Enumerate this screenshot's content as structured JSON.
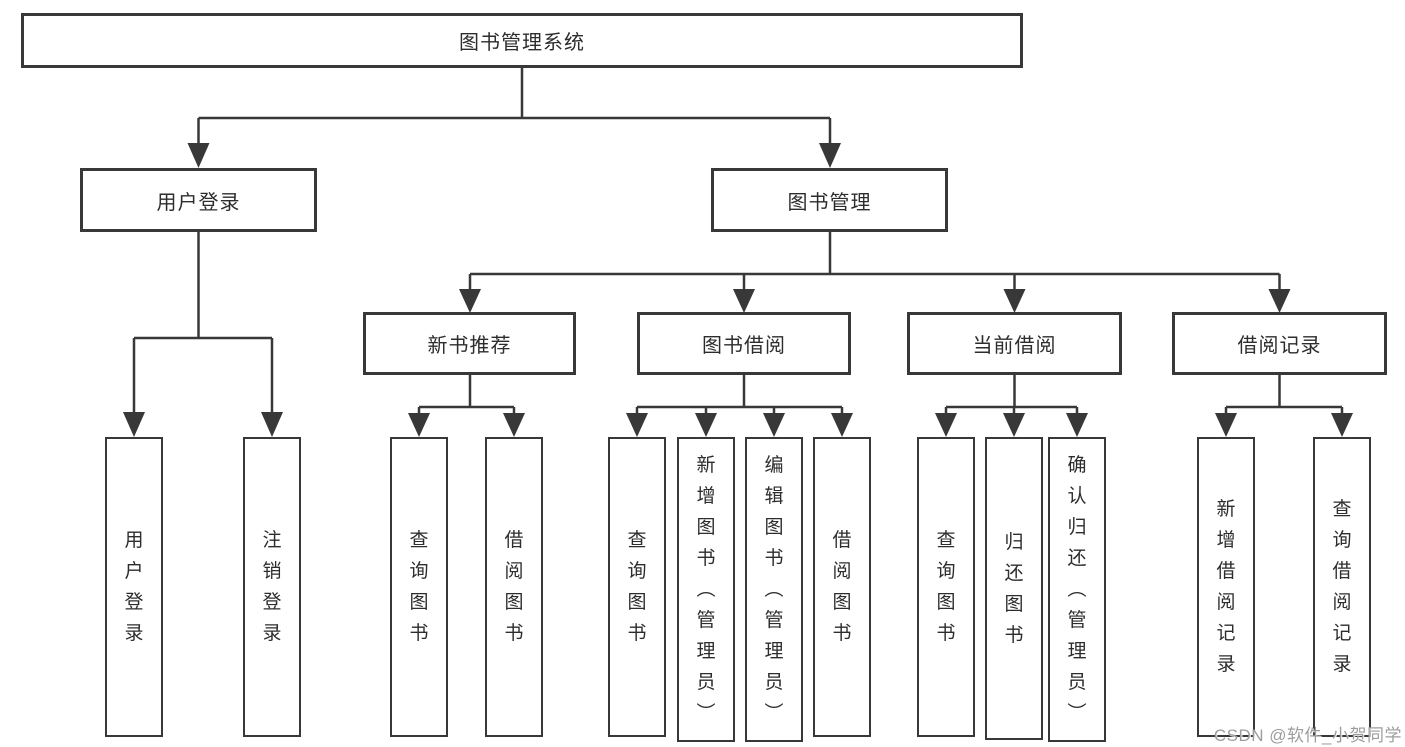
{
  "tree": {
    "root": {
      "label": "图书管理系统"
    },
    "level2": [
      {
        "label": "用户登录",
        "children": [
          {
            "label": "用户登录"
          },
          {
            "label": "注销登录"
          }
        ]
      },
      {
        "label": "图书管理",
        "children": [
          {
            "label": "新书推荐",
            "children": [
              {
                "label": "查询图书"
              },
              {
                "label": "借阅图书"
              }
            ]
          },
          {
            "label": "图书借阅",
            "children": [
              {
                "label": "查询图书"
              },
              {
                "label": "新增图书（管理员）"
              },
              {
                "label": "编辑图书（管理员）"
              },
              {
                "label": "借阅图书"
              }
            ]
          },
          {
            "label": "当前借阅",
            "children": [
              {
                "label": "查询图书"
              },
              {
                "label": "归还图书"
              },
              {
                "label": "确认归还（管理员）"
              }
            ]
          },
          {
            "label": "借阅记录",
            "children": [
              {
                "label": "新增借阅记录"
              },
              {
                "label": "查询借阅记录"
              }
            ]
          }
        ]
      }
    ]
  },
  "watermark": {
    "text": "CSDN @软件_小贺同学"
  },
  "colors": {
    "line": "#383838",
    "box_border": "#383838",
    "box_background": "#ffffff",
    "text": "#2d2d2d",
    "watermark": "#9d9d9d",
    "page_background": "#ffffff"
  }
}
